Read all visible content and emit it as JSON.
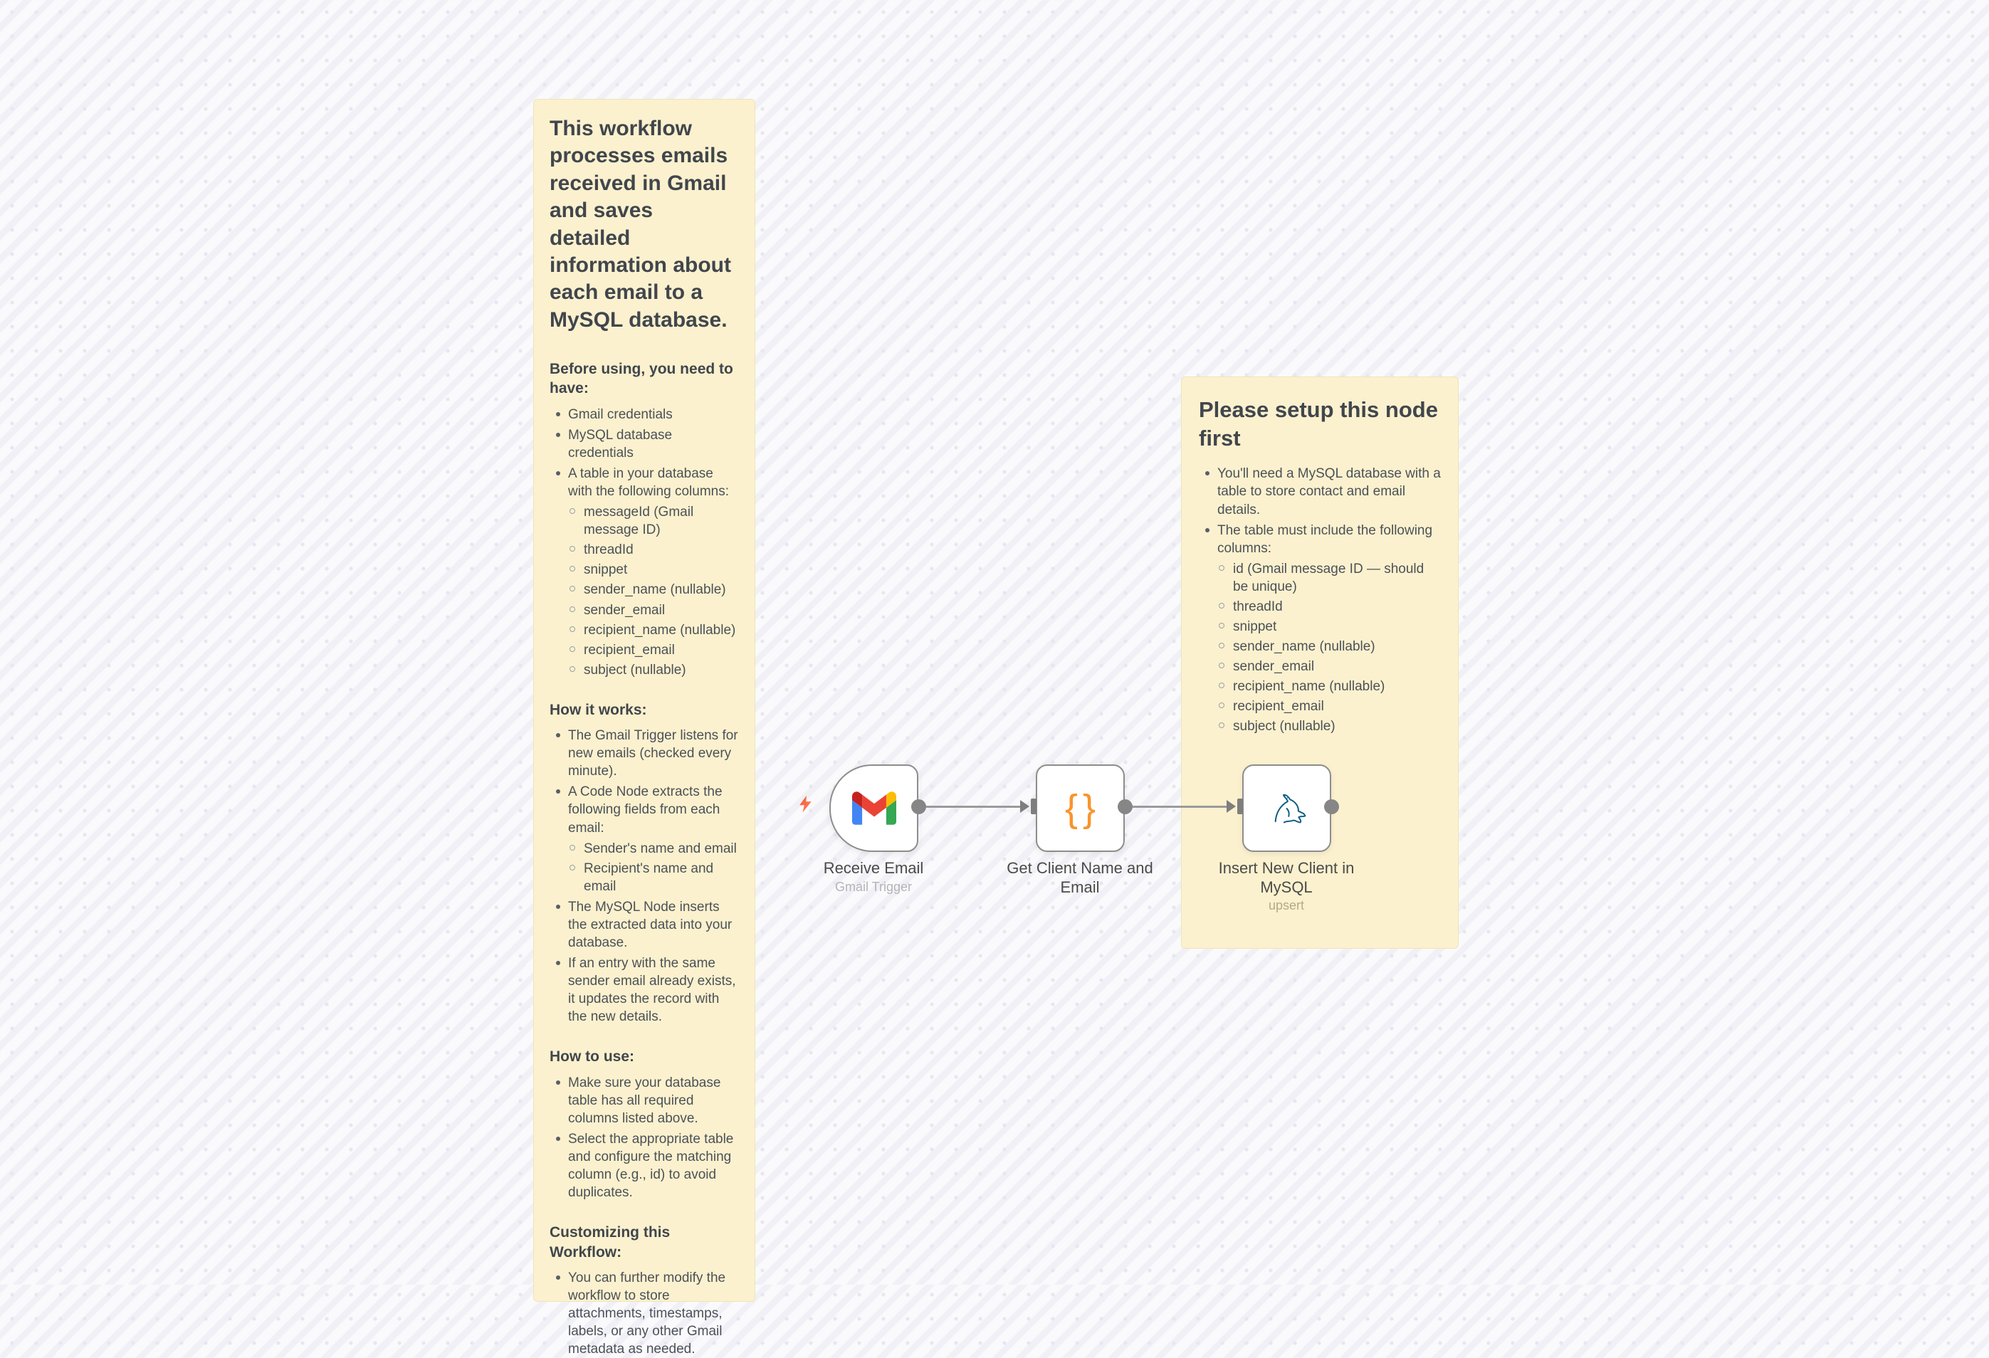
{
  "colors": {
    "sticky_bg": "#fbf1ce",
    "canvas_bg": "#fafafc",
    "code_icon_orange": "#f8952b",
    "trigger_bolt_red": "#fb6a4f",
    "mysql_teal": "#0f5e82",
    "connector_gray": "#9b9b9b",
    "gmail_red": "#ea4335",
    "gmail_blue": "#4285f4",
    "gmail_green": "#34a853",
    "gmail_yellow": "#fbbc04"
  },
  "sticky_left": {
    "title": "This workflow processes emails received in Gmail and saves detailed information about each email to a MySQL database.",
    "sections": [
      {
        "heading": "Before using, you need to have:",
        "items": [
          "Gmail credentials",
          "MySQL database credentials",
          "A table in your database with the following columns:"
        ],
        "subitems": [
          "messageId (Gmail message ID)",
          "threadId",
          "snippet",
          "sender_name (nullable)",
          "sender_email",
          "recipient_name (nullable)",
          "recipient_email",
          "subject (nullable)"
        ]
      },
      {
        "heading": "How it works:",
        "items": [
          "The Gmail Trigger listens for new emails (checked every minute).",
          "A Code Node extracts the following fields from each email:",
          "The MySQL Node inserts the extracted data into your database.",
          "If an entry with the same sender email already exists, it updates the record with the new details."
        ],
        "subitems": [
          "Sender's name and email",
          "Recipient's name and email"
        ]
      },
      {
        "heading": "How to use:",
        "items": [
          "Make sure your database table has all required columns listed above.",
          "Select the appropriate table and configure the matching column (e.g., id) to avoid duplicates."
        ]
      },
      {
        "heading": "Customizing this Workflow:",
        "items": [
          "You can further modify the workflow to store attachments, timestamps, labels, or any other Gmail metadata as needed."
        ]
      }
    ]
  },
  "sticky_right": {
    "title": "Please setup this node first",
    "items": [
      "You'll need a MySQL database with a table to store contact and email details.",
      "The table must include the following columns:"
    ],
    "subitems": [
      "id (Gmail message ID — should be unique)",
      "threadId",
      "snippet",
      "sender_name (nullable)",
      "sender_email",
      "recipient_name (nullable)",
      "recipient_email",
      "subject (nullable)"
    ]
  },
  "nodes": {
    "receive_email": {
      "label": "Receive Email",
      "subtitle": "Gmail Trigger"
    },
    "get_client": {
      "label": "Get Client Name and Email",
      "icon_glyph": "{}"
    },
    "mysql": {
      "label": "Insert New Client in MySQL",
      "subtitle": "upsert"
    }
  }
}
